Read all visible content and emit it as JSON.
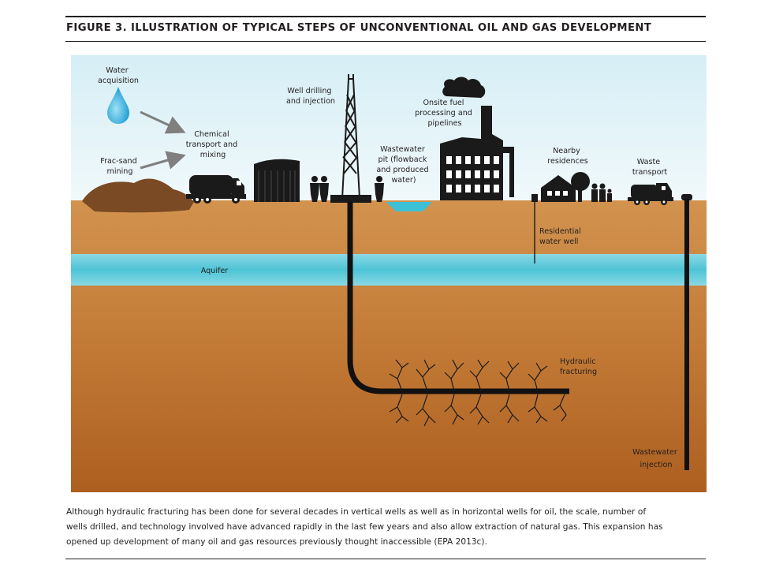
{
  "figure": {
    "title": "FIGURE 3. ILLUSTRATION OF TYPICAL STEPS OF UNCONVENTIONAL OIL AND GAS DEVELOPMENT",
    "caption_lines": [
      "Although hydraulic fracturing has been done for several decades in vertical wells as well as in horizontal wells for oil, the scale, number of",
      "wells drilled, and technology involved have advanced rapidly in the last few years and also allow extraction of natural gas. This expansion has",
      "opened up development of many oil and gas resources previously thought inaccessible (EPA 2013c)."
    ]
  },
  "labels": {
    "water_acquisition": [
      "Water",
      "acquisition"
    ],
    "frac_sand": [
      "Frac-sand",
      "mining"
    ],
    "chemical": [
      "Chemical",
      "transport and",
      "mixing"
    ],
    "well_drilling": [
      "Well drilling",
      "and injection"
    ],
    "wastewater_pit": [
      "Wastewater",
      "pit (flowback",
      "and produced",
      "water)"
    ],
    "onsite_fuel": [
      "Onsite fuel",
      "processing and",
      "pipelines"
    ],
    "nearby_residences": [
      "Nearby",
      "residences"
    ],
    "waste_transport": [
      "Waste",
      "transport"
    ],
    "residential_well": [
      "Residential",
      "water well"
    ],
    "aquifer": "Aquifer",
    "hydraulic_fracturing": [
      "Hydraulic",
      "fracturing"
    ],
    "wastewater_injection": [
      "Wastewater",
      "injection"
    ]
  },
  "colors": {
    "sky_top": "#d9eef6",
    "ground": "#c7823d",
    "aquifer": "#5fc8d8",
    "structures": "#1a1a1a",
    "arrow": "#7a7a7a",
    "water_drop": "#3fb0dc"
  }
}
